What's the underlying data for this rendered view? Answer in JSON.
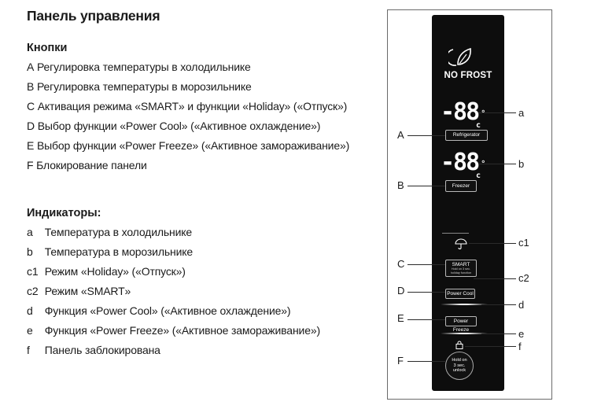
{
  "page_title": "Панель управления",
  "buttons_section": {
    "title": "Кнопки",
    "items": [
      {
        "key": "A",
        "text": "Регулировка температуры в холодильнике"
      },
      {
        "key": "B",
        "text": "Регулировка температуры в морозильнике"
      },
      {
        "key": "C",
        "text": "Активация режима «SMART» и функции «Holiday» («Отпуск»)"
      },
      {
        "key": "D",
        "text": "Выбор функции «Power Cool» («Активное охлаждение»)"
      },
      {
        "key": "E",
        "text": "Выбор функции «Power Freeze» («Активное замораживание»)"
      },
      {
        "key": "F",
        "text": "Блокирование панели"
      }
    ]
  },
  "indicators_section": {
    "title": "Индикаторы:",
    "items": [
      {
        "key": "a",
        "text": "Температура в холодильнике"
      },
      {
        "key": "b",
        "text": "Температура в морозильнике"
      },
      {
        "key": "c1",
        "text": "Режим «Holiday» («Отпуск»)"
      },
      {
        "key": "c2",
        "text": "Режим «SMART»"
      },
      {
        "key": "d",
        "text": "Функция «Power Cool» («Активное охлаждение»)"
      },
      {
        "key": "e",
        "text": "Функция «Power Freeze» («Активное замораживание»)"
      },
      {
        "key": "f",
        "text": "Панель заблокирована"
      }
    ]
  },
  "panel": {
    "brand_text": "NO FROST",
    "fridge_display": "-88",
    "freezer_display": "-88",
    "degree_symbol": "°",
    "unit": "c",
    "refrigerator_button": "Refrigerator",
    "freezer_button": "Freezer",
    "smart_button": "SMART",
    "smart_sub_line1": "Hold on 3 sec.",
    "smart_sub_line2": "holiday function",
    "power_cool_button": "Power Cool",
    "power_freeze_button": "Power Freeze",
    "hold_line1": "Hold on",
    "hold_line2": "3 sec.",
    "hold_line3": "unlock"
  },
  "callouts": {
    "a": "a",
    "b": "b",
    "c1": "c1",
    "c2": "c2",
    "d": "d",
    "e": "e",
    "f": "f",
    "A": "A",
    "B": "B",
    "C": "C",
    "D": "D",
    "E": "E",
    "F": "F"
  },
  "colors": {
    "panel_bg": "#0d0d0d",
    "panel_text": "#ffffff",
    "page_text": "#1a1a1a"
  },
  "icons": [
    "leaf-icon",
    "umbrella-icon",
    "lock-icon"
  ]
}
